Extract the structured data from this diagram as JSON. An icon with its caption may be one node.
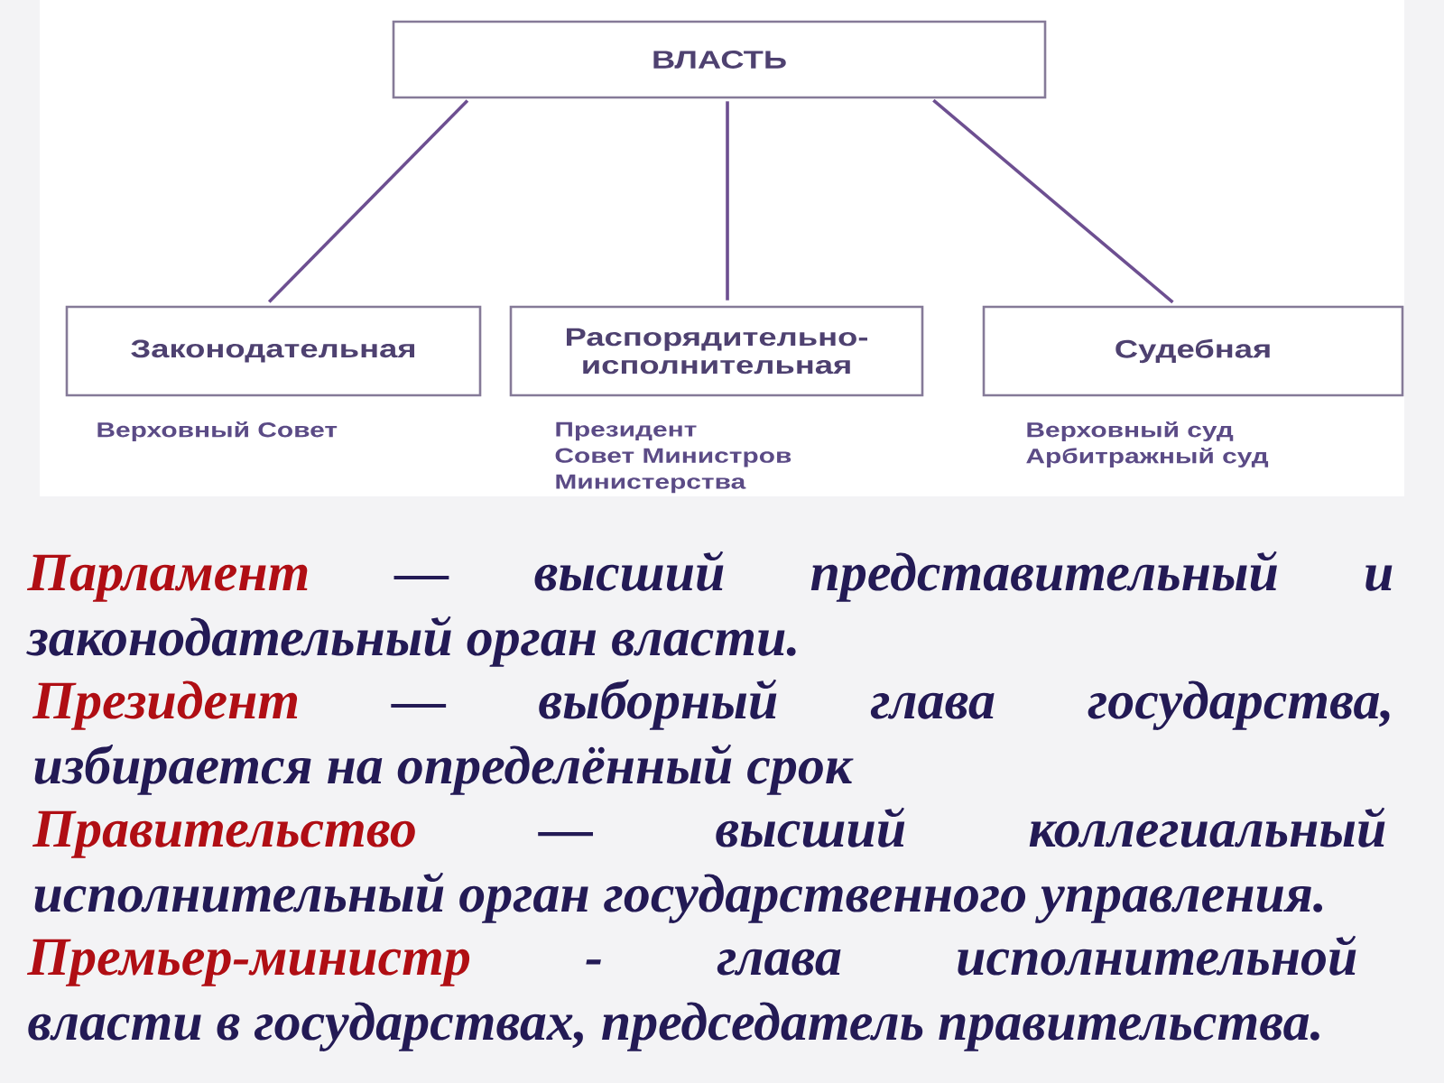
{
  "diagram": {
    "nodes": [
      {
        "text": [
          "ВЛАСТЬ"
        ]
      },
      {
        "text": [
          "Законодательная"
        ],
        "beside": [
          "Верховный Совет"
        ]
      },
      {
        "text": [
          "Распорядительно-исполнительная"
        ],
        "beside": [
          "Президент",
          "Совет Министров",
          "Министерства"
        ]
      },
      {
        "text": [
          "Судебная"
        ],
        "beside": [
          "Верховный суд",
          "Арбитражный суд"
        ]
      }
    ],
    "edges": [
      {
        "from": 0,
        "to": 1,
        "arrow": "none"
      },
      {
        "from": 0,
        "to": 2,
        "arrow": "none"
      },
      {
        "from": 0,
        "to": 3,
        "arrow": "none"
      }
    ],
    "labels": [
      "Парламент",
      "— высший представительный и законодательный орган власти.",
      "Президент",
      "— выборный глава государства, избирается на определённый срок",
      "Правительство",
      "— высший коллегиальный исполнительный орган государственного управления.",
      "Премьер-министр",
      "- глава исполнительной власти в государствах, председатель правительства."
    ]
  }
}
